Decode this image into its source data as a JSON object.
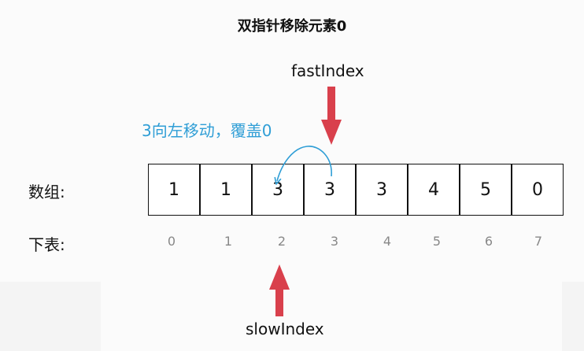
{
  "title": "双指针移除元素0",
  "labels": {
    "array": "数组:",
    "index": "下表:",
    "fast_pointer": "fastIndex",
    "slow_pointer": "slowIndex"
  },
  "annotation": "3向左移动，覆盖0",
  "array_values": [
    "1",
    "1",
    "3",
    "3",
    "3",
    "4",
    "5",
    "0"
  ],
  "indices": [
    "0",
    "1",
    "2",
    "3",
    "4",
    "5",
    "6",
    "7"
  ],
  "fast_index": 3,
  "slow_index": 2,
  "colors": {
    "pointer_arrow": "#d9404c",
    "annotation": "#2f9ed6"
  }
}
